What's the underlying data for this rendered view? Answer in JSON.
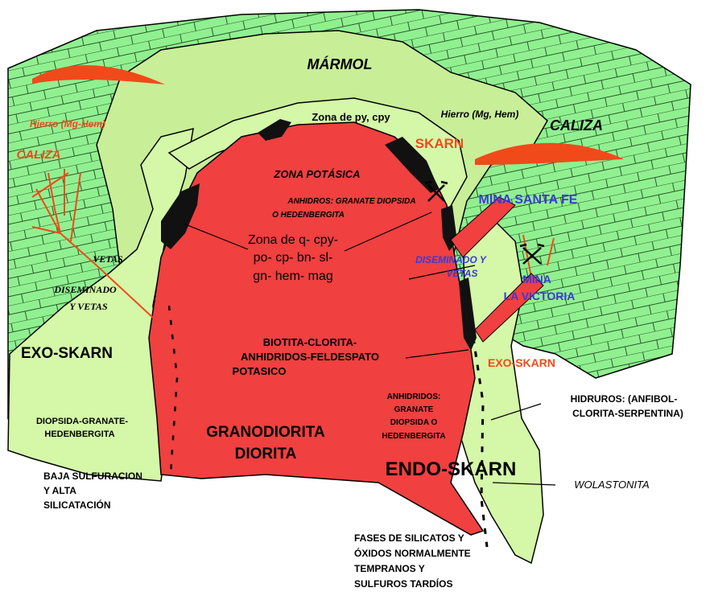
{
  "labels": {
    "marmol": "MÁRMOL",
    "zona_py_cpy": "Zona de py, cpy",
    "hierro_right": "Hierro (Mg, Hem)",
    "caliza_right": "CALIZA",
    "hierro_left": "Hierro (Mg-Hem)",
    "caliza_left": "CALIZA",
    "skarn": "SKARN",
    "zona_potasica": "ZONA POTÁSICA",
    "anhidros_1": "ANHIDROS: GRANATE DIOPSIDA",
    "anhidros_2": "O HEDENBERGITA",
    "mina_santa_fe": "MINA SANTA FE",
    "zona_q_1": "Zona de q- cpy-",
    "zona_q_2": "po- cp- bn- sl-",
    "zona_q_3": "gn- hem- mag",
    "vetas": "VETAS",
    "diseminado_left_1": "DISEMINADO",
    "diseminado_left_2": "Y VETAS",
    "diseminado_right_1": "DISEMINADO Y",
    "diseminado_right_2": "VETAS",
    "mina_victoria_1": "MINA",
    "mina_victoria_2": "LA VICTORIA",
    "exo_skarn_left": "EXO-SKARN",
    "biotita_1": "BIOTITA-CLORITA-",
    "biotita_2": "ANHIDRIDOS-FELDESPATO",
    "biotita_3": "POTASICO",
    "exo_skarn_right": "EXO-SKARN",
    "diopsida_1": "DIOPSIDA-GRANATE-",
    "diopsida_2": "HEDENBERGITA",
    "anhidridos_1": "ANHIDRIDOS:",
    "anhidridos_2": "GRANATE",
    "anhidridos_3": "DIOPSIDA O",
    "anhidridos_4": "HEDENBERGITA",
    "hidruros_1": "HIDRUROS: (ANFIBOL-",
    "hidruros_2": "CLORITA-SERPENTINA)",
    "granodiorita_1": "GRANODIORITA",
    "granodiorita_2": "DIORITA",
    "endo_skarn": "ENDO-SKARN",
    "wolastonita": "WOLASTONITA",
    "baja_1": "BAJA SULFURACION",
    "baja_2": "Y ALTA",
    "baja_3": "SILICATACIÓN",
    "fases_1": "FASES DE SILICATOS Y",
    "fases_2": "ÓXIDOS NORMALMENTE",
    "fases_3": "TEMPRANOS Y",
    "fases_4": "SULFUROS TARDÍOS"
  },
  "colors": {
    "caliza": "#90f090",
    "skarn_light": "#d4f7a8",
    "marmol": "#c8ee98",
    "intrusive": "#f04040",
    "hierro_band": "#f04a1a",
    "label_orange": "#f04a1a",
    "label_blue": "#3a3ad8",
    "sulfide": "#111111"
  }
}
